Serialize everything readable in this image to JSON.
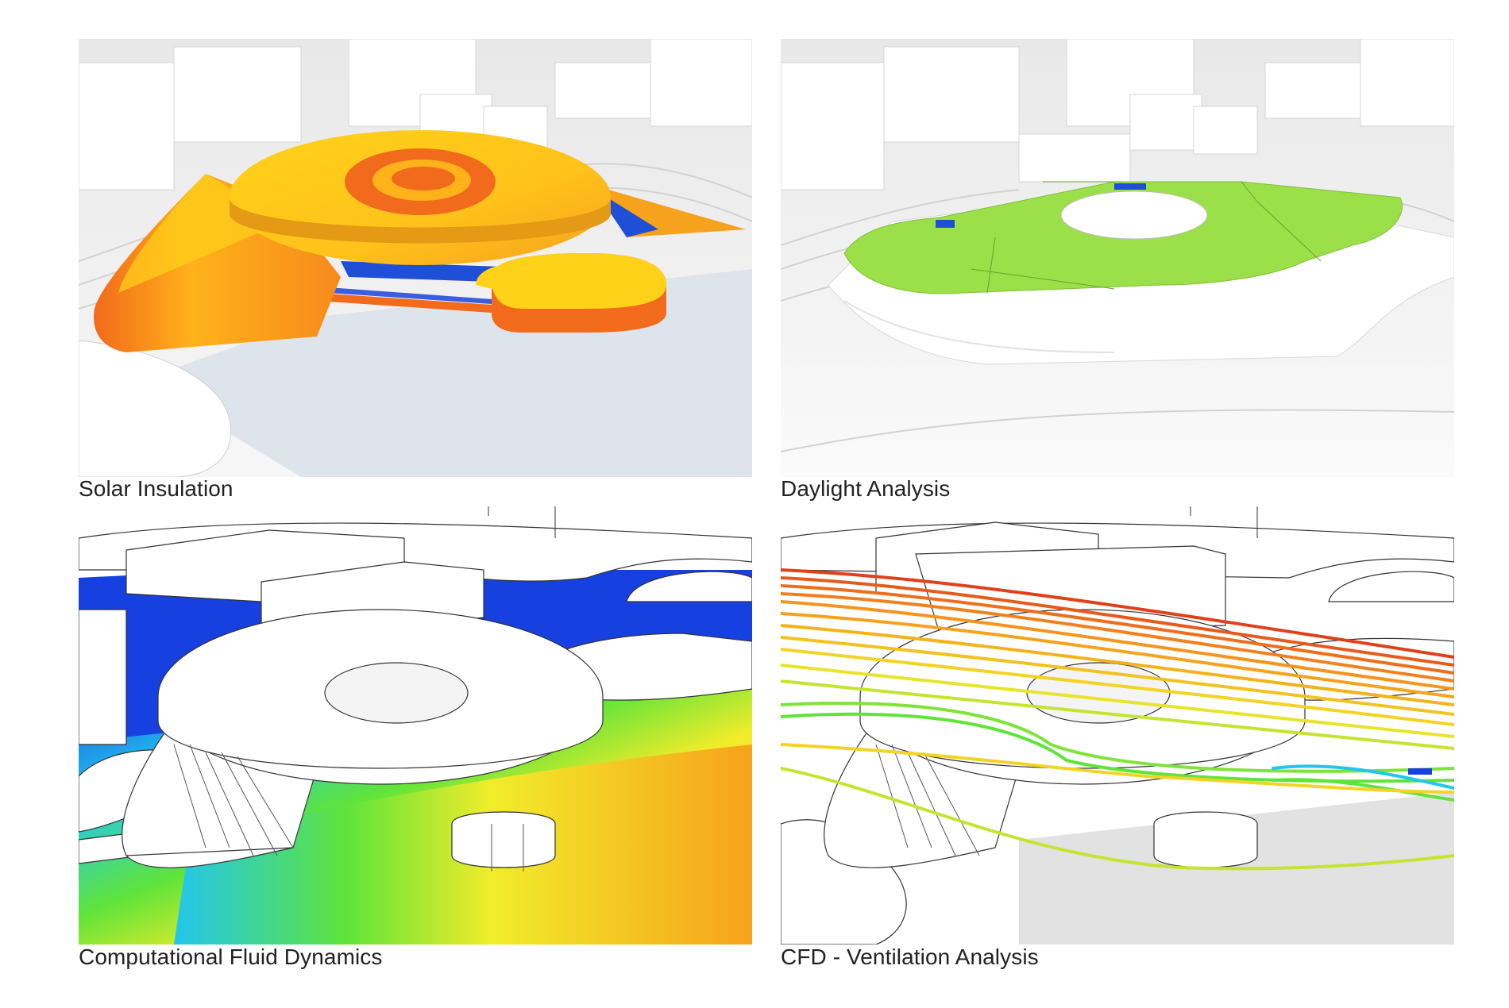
{
  "panels": [
    {
      "caption": "Solar Insulation"
    },
    {
      "caption": "Daylight Analysis"
    },
    {
      "caption": "Computational Fluid Dynamics"
    },
    {
      "caption": "CFD - Ventilation Analysis"
    }
  ],
  "colors": {
    "solar_hot": "#f26a1b",
    "solar_mid": "#ffd21a",
    "solar_cold": "#1e4fd6",
    "daylight_green": "#9be048",
    "cfd_blue": "#1640e0",
    "cfd_cyan": "#22c6ee",
    "cfd_green": "#5fe43a",
    "cfd_yellow": "#f2ec2a",
    "cfd_orange": "#f6a21c",
    "stream_red": "#e0401a"
  },
  "icons": [
    "solar-analysis-render",
    "daylight-analysis-render",
    "cfd-render",
    "ventilation-streamlines-render"
  ]
}
